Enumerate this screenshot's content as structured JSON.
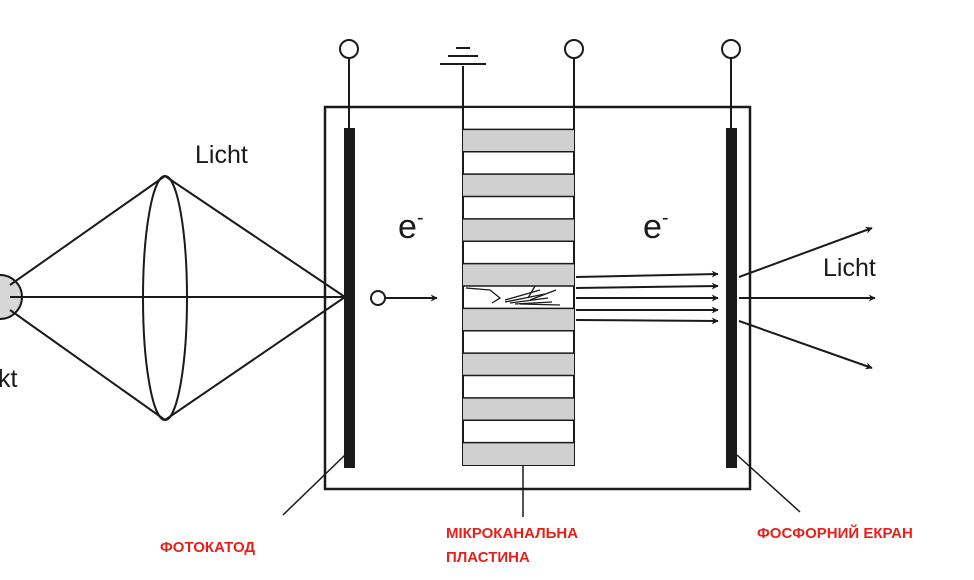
{
  "diagram": {
    "light_in_label": "Licht",
    "light_out_label": "Licht",
    "object_label_fragment": "kt",
    "electron_symbol": "e",
    "electron_superscript": "-",
    "photocathode_label": "ФОТОКАТОД",
    "mcp_label_line1": "МІКРОКАНАЛЬНА",
    "mcp_label_line2": "ПЛАСТИНА",
    "phosphor_label": "ФОСФОРНИЙ ЕКРАН",
    "colors": {
      "line": "#1a1a1a",
      "channel_fill": "#d0d0d0",
      "label_red": "#e8201a",
      "object_fill": "#d7d7d7"
    }
  }
}
